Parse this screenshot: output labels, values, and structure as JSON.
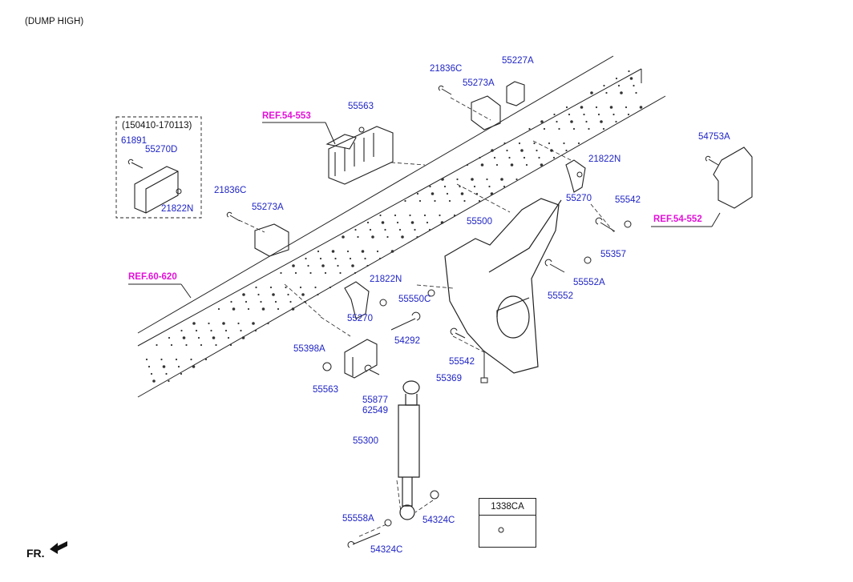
{
  "diagram": {
    "title": "(DUMP HIGH)",
    "fr_label": "FR.",
    "date_range": "(150410-170113)",
    "table_part": "1338CA",
    "refs": [
      "REF.54-553",
      "REF.60-620",
      "REF.54-552"
    ],
    "part_numbers": [
      "21836C",
      "55227A",
      "55273A",
      "55563",
      "61891",
      "55270D",
      "21822N",
      "21836C",
      "55273A",
      "54753A",
      "21822N",
      "55270",
      "55542",
      "55500",
      "55357",
      "55552A",
      "55552",
      "21822N",
      "55550C",
      "55270",
      "54292",
      "55398A",
      "55563",
      "55877",
      "62549",
      "55542",
      "55369",
      "55300",
      "55558A",
      "54324C",
      "54324C"
    ]
  },
  "colors": {
    "part_number": "#1f24c4",
    "reference": "#e212d8",
    "linework": "#222222"
  }
}
